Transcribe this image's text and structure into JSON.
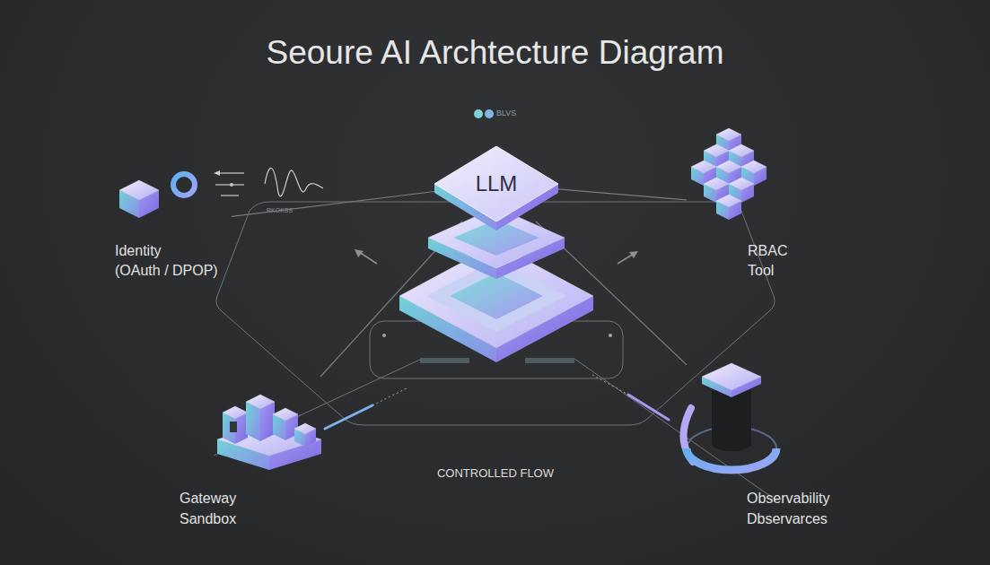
{
  "diagram": {
    "title": "Seoure AI Archtecture Diagram",
    "nodes": [
      {
        "text": [
          "LLM"
        ]
      },
      {
        "text": [
          "Identity",
          "(OAuth / DPOP)"
        ]
      },
      {
        "text": [
          "RBAC",
          "Tool"
        ]
      },
      {
        "text": [
          "Gateway",
          "Sandbox"
        ]
      },
      {
        "text": [
          "Observability",
          "Dbservarces"
        ]
      }
    ],
    "edges": [
      {
        "from": 0,
        "to": 1,
        "arrow": "none"
      },
      {
        "from": 0,
        "to": 2,
        "arrow": "none"
      },
      {
        "from": 0,
        "to": 3,
        "arrow": "none"
      },
      {
        "from": 0,
        "to": 4,
        "arrow": "none"
      }
    ],
    "labels": [
      "BLVS",
      "RKOKSS",
      "CONTROLLED FLOW"
    ]
  }
}
